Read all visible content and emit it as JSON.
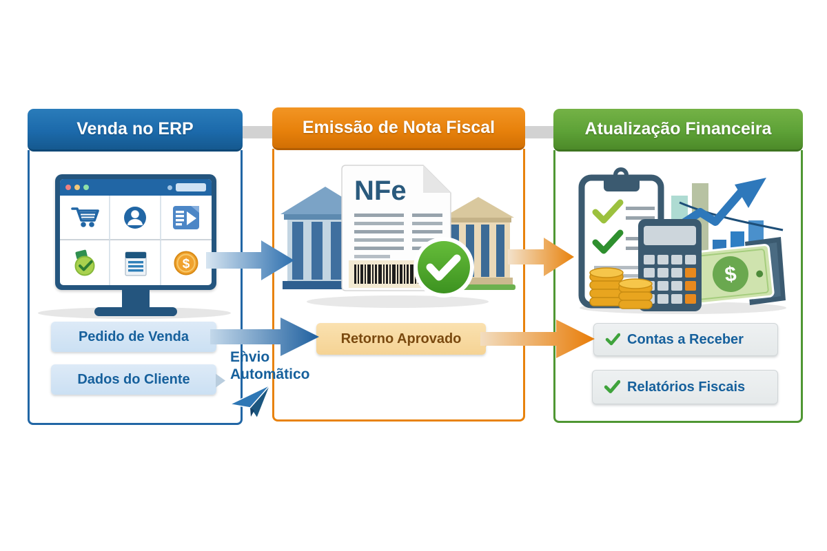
{
  "colors": {
    "panel_blue": "#2166a5",
    "panel_orange": "#e8820c",
    "panel_green": "#4f9733",
    "label_blue_bg": "#cfe2f4",
    "label_blue_text": "#16609c",
    "label_tan_bg": "#f8d9a2",
    "label_tan_text": "#7a4a10",
    "item_gray_bg": "#e9edee",
    "check_green": "#3fa33c",
    "connector_gray": "#d2d2d2"
  },
  "symbols": {
    "dollar": "$"
  },
  "panels": [
    {
      "title": "Venda no ERP",
      "labels": [
        "Pedido de Venda",
        "Dados do Cliente"
      ],
      "annotation": {
        "line1": "Eǹvio",
        "line2": "Automãtico"
      }
    },
    {
      "title": "Emissão de Nota Fiscal",
      "document_label": "NFe",
      "label": "Retorno Aprovado"
    },
    {
      "title": "Atualização Financeira",
      "items": [
        "Contas a Receber",
        "Relatórios Fiscais"
      ]
    }
  ]
}
